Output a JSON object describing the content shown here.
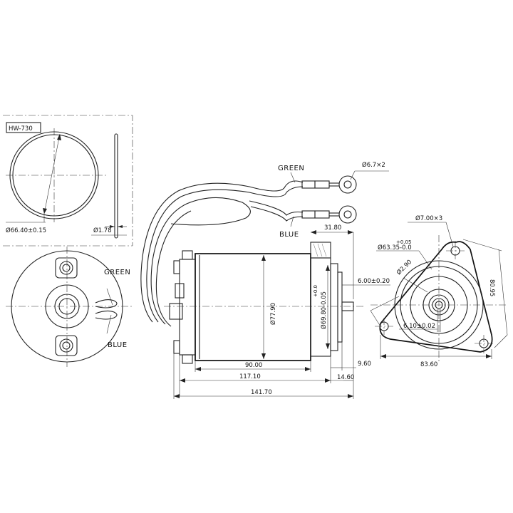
{
  "model_label": "HW-730",
  "seal_views": {
    "ring_diameter": "Ø66.40±0.15",
    "section_thickness": "Ø1.78"
  },
  "end_view_left": {
    "wire_green": "GREEN",
    "wire_blue": "BLUE"
  },
  "lead_wires": {
    "wire_green": "GREEN",
    "wire_blue": "BLUE",
    "terminal_hole": "Ø6.7×2"
  },
  "side_view": {
    "body_diameter": "Ø77.90",
    "pilot_tol_upper": "+0.0",
    "pilot_diameter": "Ø69.80-0.05",
    "shaft_length": "31.80",
    "shaft_flat": "6.00±0.20",
    "len_body": "90.00",
    "len_to_flange": "117.10",
    "len_overall": "141.70",
    "flange_thickness": "9.60",
    "shaft_extension": "14.60"
  },
  "flange_view": {
    "hole_callout": "Ø7.00×3",
    "bolt_circle": "Ø63.35-0.0",
    "bolt_circle_tol": "+0.05",
    "small_diameter": "Ø2.90",
    "shaft_flat_offset": "6.10±0.02",
    "flange_width": "83.60",
    "flange_height": "80.95"
  }
}
